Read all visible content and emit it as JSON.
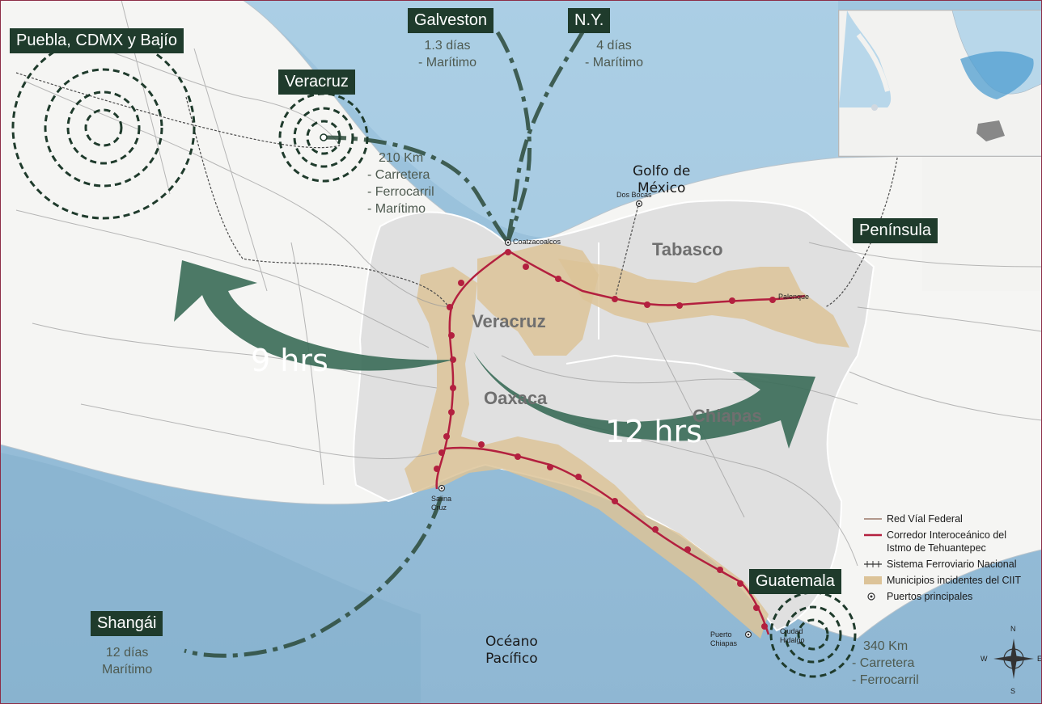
{
  "connections": {
    "puebla": {
      "name": "Puebla, CDMX y Bajío"
    },
    "veracruz": {
      "name": "Veracruz",
      "details": [
        "210 Km",
        "- Carretera",
        "- Ferrocarril",
        "- Marítimo"
      ]
    },
    "galveston": {
      "name": "Galveston",
      "details": [
        "1.3 días",
        "- Marítimo"
      ]
    },
    "ny": {
      "name": "N.Y.",
      "details": [
        "4 días",
        "- Marítimo"
      ]
    },
    "peninsula": {
      "name": "Península"
    },
    "guatemala": {
      "name": "Guatemala",
      "details": [
        "340 Km",
        "- Carretera",
        "- Ferrocarril"
      ]
    },
    "shangai": {
      "name": "Shangái",
      "details": [
        "12 días",
        "Marítimo"
      ]
    }
  },
  "states": {
    "veracruz": "Veracruz",
    "tabasco": "Tabasco",
    "oaxaca": "Oaxaca",
    "chiapas": "Chiapas"
  },
  "water": {
    "golfo": [
      "Golfo de",
      "México"
    ],
    "pacifico": [
      "Océano",
      "Pacífico"
    ]
  },
  "places": {
    "coatzacoalcos": "Coatzacoalcos",
    "dos_bocas": "Dos Bocas",
    "palenque": "Palenque",
    "salina_cruz": [
      "Salina",
      "Cruz"
    ],
    "puerto_chiapas": [
      "Puerto",
      "Chiapas"
    ],
    "ciudad_hidalgo": [
      "Ciudad",
      "Hidalgo"
    ]
  },
  "travel_times": {
    "west": "9 hrs",
    "east": "12 hrs"
  },
  "legend": [
    {
      "label": "Red Víal Federal",
      "symbol": "road-line"
    },
    {
      "label": "Corredor Interoceánico del Istmo de Tehuantepec",
      "lines": [
        "Corredor Interoceánico del",
        "Istmo de Tehuantepec"
      ],
      "symbol": "corridor-line"
    },
    {
      "label": "Sistema Ferroviario Nacional",
      "symbol": "railway-line"
    },
    {
      "label": "Municipios incidentes del CIIT",
      "symbol": "municipality-fill"
    },
    {
      "label": "Puertos principales",
      "symbol": "port-point"
    }
  ],
  "compass": {
    "n": "N",
    "s": "S",
    "w": "W",
    "e": "E"
  },
  "colors": {
    "ocean": "#a9cde4",
    "land": "#f6f6f4",
    "region": "#dedede",
    "municipalities": "#dcc398",
    "corridor": "#b3203f",
    "tag_bg": "#1f3b2c",
    "arrow": "#3d6e5a",
    "border": "#8c2d46"
  }
}
